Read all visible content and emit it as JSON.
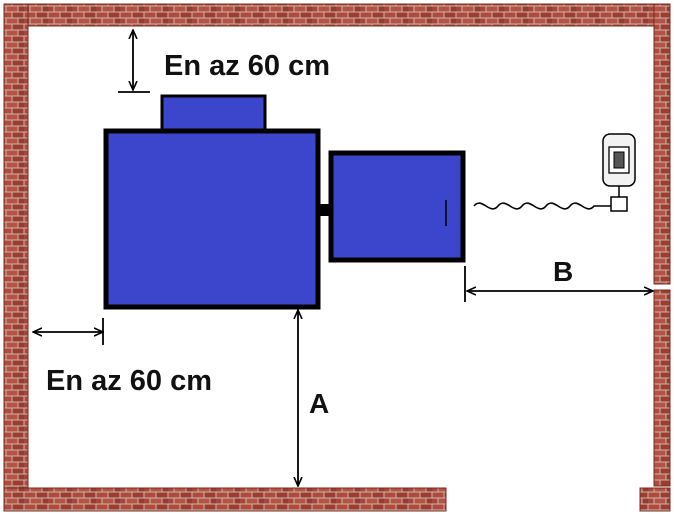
{
  "labels": {
    "top_clearance": "En az 60 cm",
    "left_clearance": "En az 60 cm",
    "dimension_a": "A",
    "dimension_b": "B"
  },
  "colors": {
    "brick": "#b04a3a",
    "brick_dark": "#7a2a20",
    "mortar": "#c9b8ac",
    "boiler_fill": "#3c46cc",
    "outline": "#000000",
    "motor_fill": "#f2f2f2"
  },
  "icons": {
    "motor": "electric-motor-icon",
    "feed_screw": "auger-screw-icon"
  }
}
